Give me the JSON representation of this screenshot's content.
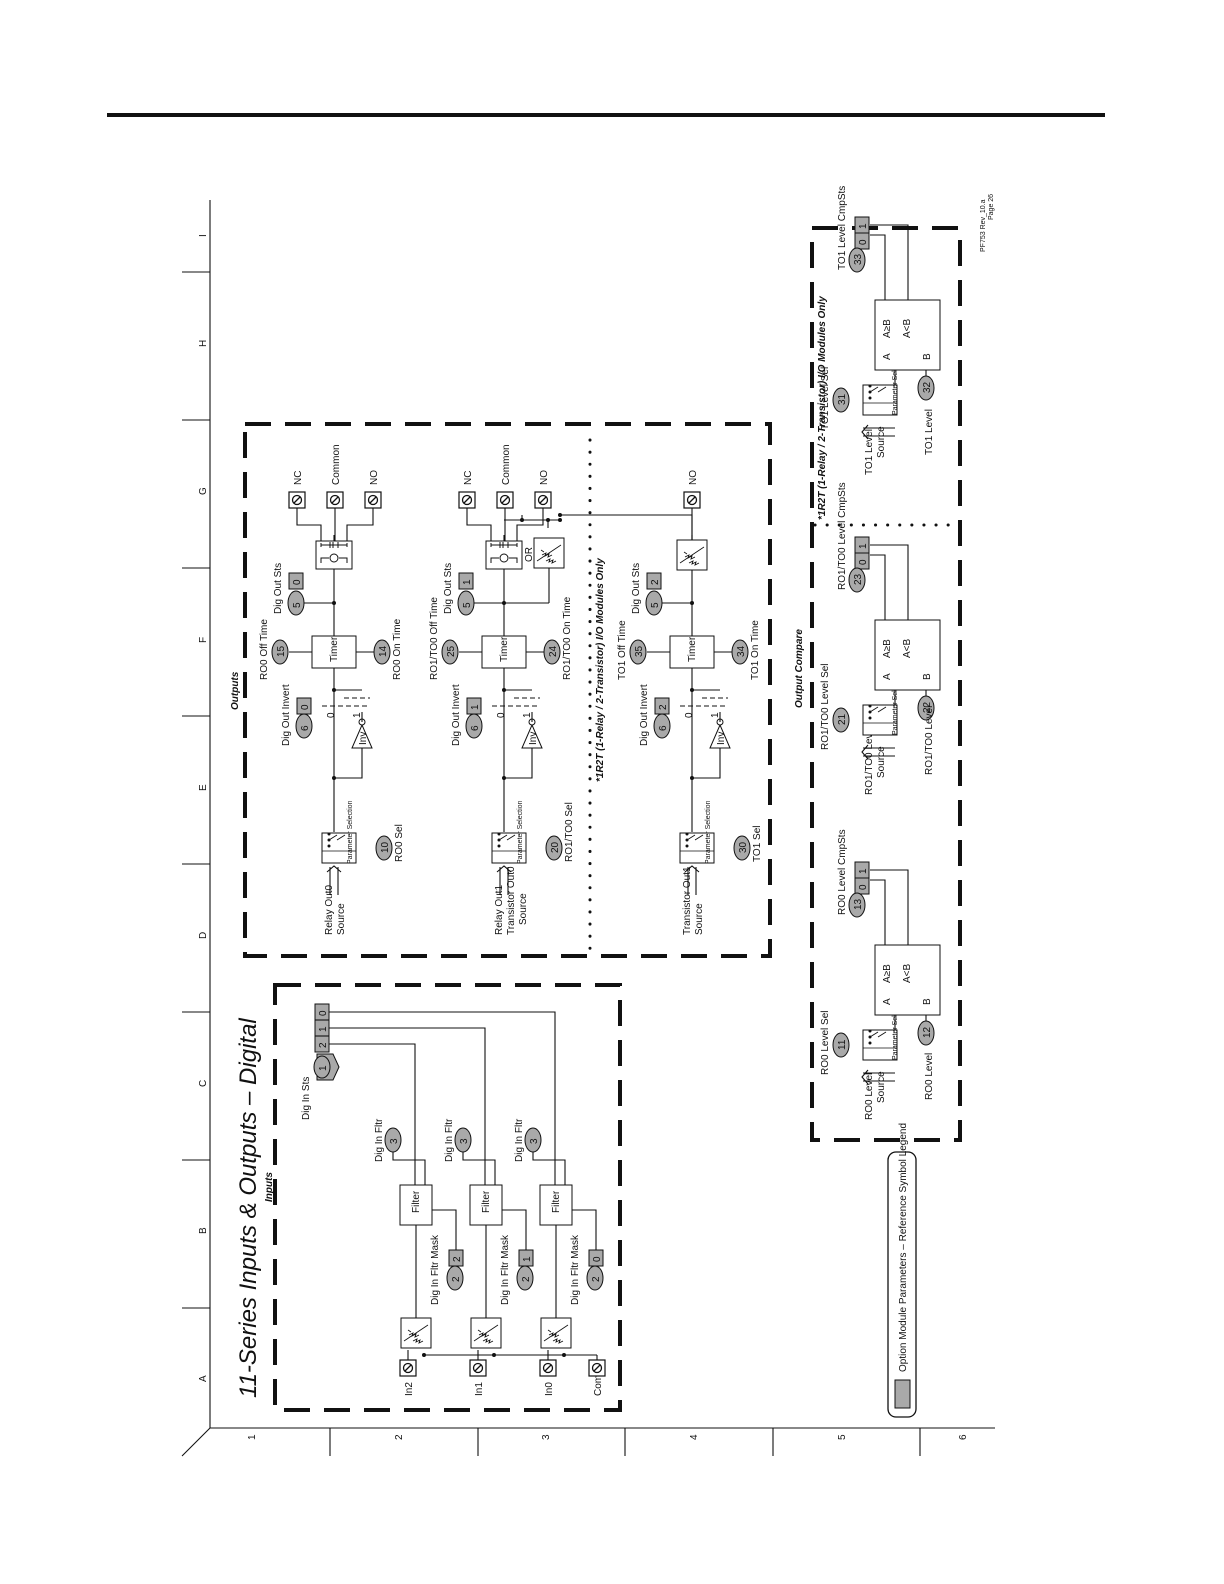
{
  "page": {
    "title": "11-Series Inputs & Outputs – Digital",
    "doc_ref": "PF753 Rev_10.a",
    "page_label": "Page 26"
  },
  "grid": {
    "columns": [
      "A",
      "B",
      "C",
      "D",
      "E",
      "F",
      "G",
      "H",
      "I"
    ],
    "rows": [
      "1",
      "2",
      "3",
      "4",
      "5",
      "6"
    ]
  },
  "inputs": {
    "header": "Inputs",
    "common_label": "Com",
    "dig_in_sts": {
      "label": "Dig In Sts",
      "param": "1",
      "bits": [
        "2",
        "1",
        "0"
      ]
    },
    "channels": [
      {
        "terminal": "In2",
        "filter": "Filter",
        "filt_label": "Dig In Fltr",
        "filt_param": "3",
        "mask_label": "Dig In Fltr Mask",
        "mask_param": "2",
        "mask_bit": "2"
      },
      {
        "terminal": "In1",
        "filter": "Filter",
        "filt_label": "Dig In Fltr",
        "filt_param": "3",
        "mask_label": "Dig In Fltr Mask",
        "mask_param": "2",
        "mask_bit": "1"
      },
      {
        "terminal": "In0",
        "filter": "Filter",
        "filt_label": "Dig In Fltr",
        "filt_param": "3",
        "mask_label": "Dig In Fltr Mask",
        "mask_param": "2",
        "mask_bit": "0"
      }
    ]
  },
  "outputs": {
    "header": "Outputs",
    "optional_note": "*1R2T (1-Relay / 2-Transistor) I/O Modules Only",
    "param_selection": "Parameter Selection",
    "timer_label": "Timer",
    "inv_label": "Inv",
    "or_label": "OR",
    "sw_zero": "0",
    "sw_one": "1",
    "channels": [
      {
        "source_l1": "Relay Out0",
        "source_l2": "Source",
        "source_l3": "",
        "sel_label": "RO0 Sel",
        "sel_param": "10",
        "invert_label": "Dig Out Invert",
        "invert_param": "6",
        "invert_bit": "0",
        "off_label": "RO0 Off Time",
        "off_param": "15",
        "on_label": "RO0 On Time",
        "on_param": "14",
        "sts_label": "Dig Out Sts",
        "sts_param": "5",
        "sts_bit": "0",
        "terminals": [
          "NC",
          "Common",
          "NO"
        ]
      },
      {
        "source_l1": "Relay Out1",
        "source_l2": "Transistor Out0",
        "source_l3": "Source",
        "sel_label": "RO1/TO0 Sel",
        "sel_param": "20",
        "invert_label": "Dig Out Invert",
        "invert_param": "6",
        "invert_bit": "1",
        "off_label": "RO1/TO0 Off Time",
        "off_param": "25",
        "on_label": "RO1/TO0 On Time",
        "on_param": "24",
        "sts_label": "Dig Out Sts",
        "sts_param": "5",
        "sts_bit": "1",
        "terminals": [
          "NC",
          "Common",
          "NO"
        ]
      },
      {
        "source_l1": "Transistor Out1",
        "source_l2": "Source",
        "source_l3": "",
        "sel_label": "TO1 Sel",
        "sel_param": "30",
        "invert_label": "Dig Out Invert",
        "invert_param": "6",
        "invert_bit": "2",
        "off_label": "TO1 Off Time",
        "off_param": "35",
        "on_label": "TO1 On Time",
        "on_param": "34",
        "sts_label": "Dig Out Sts",
        "sts_param": "5",
        "sts_bit": "2",
        "terminals": [
          "NO"
        ]
      }
    ]
  },
  "output_compare": {
    "header": "Output Compare",
    "optional_note": "*1R2T (1-Relay / 2-Transistor) I/O Modules Only",
    "param_selection": "Parameter Selection",
    "port_a": "A",
    "port_b": "B",
    "out_ge": "A≥B",
    "out_lt": "A<B",
    "blocks": [
      {
        "source_l1": "RO0 Level",
        "source_l2": "Source",
        "sel_label": "RO0 Level Sel",
        "sel_param": "11",
        "level_label": "RO0 Level",
        "level_param": "12",
        "cmp_label": "RO0 Level CmpSts",
        "cmp_param": "13",
        "bits": [
          "1",
          "0"
        ]
      },
      {
        "source_l1": "RO1/TO0 Level",
        "source_l2": "Source",
        "sel_label": "RO1/TO0 Level Sel",
        "sel_param": "21",
        "level_label": "RO1/TO0 Level",
        "level_param": "22",
        "cmp_label": "RO1/TO0 Level CmpSts",
        "cmp_param": "23",
        "bits": [
          "1",
          "0"
        ]
      },
      {
        "source_l1": "TO1 Level",
        "source_l2": "Source",
        "sel_label": "TO1 Level Sel",
        "sel_param": "31",
        "level_label": "TO1 Level",
        "level_param": "32",
        "cmp_label": "TO1 Level CmpSts",
        "cmp_param": "33",
        "bits": [
          "1",
          "0"
        ]
      }
    ]
  },
  "legend": {
    "text": "Option Module Parameters – Reference Symbol Legend"
  }
}
